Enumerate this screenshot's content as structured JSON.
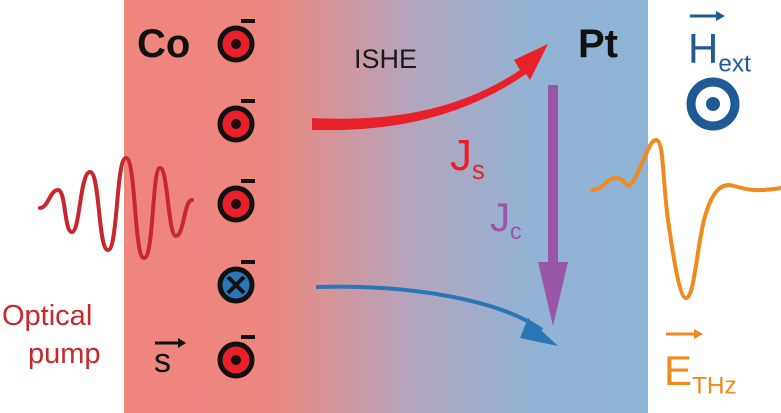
{
  "labels": {
    "co": "Co",
    "pt": "Pt",
    "ishe": "ISHE",
    "js_main": "J",
    "js_sub": "s",
    "jc_main": "J",
    "jc_sub": "c",
    "h_main": "H",
    "h_sub": "ext",
    "e_main": "E",
    "e_sub": "THz",
    "optical": "Optical",
    "pump": "pump",
    "spin": "s"
  },
  "colors": {
    "co_layer_left": "#f28a7f",
    "co_layer_right": "#e87c78",
    "pt_layer_left": "#b0a4bd",
    "pt_layer_right": "#8fb4d6",
    "spin_up": "#e8202a",
    "spin_down": "#2a76b6",
    "js_arrow": "#e8202a",
    "jc_arrow": "#9b55a8",
    "blue_arrow": "#2a76b6",
    "pulse": "#c8272d",
    "thz": "#f08a1e",
    "hext": "#1f5a96"
  },
  "icons": [
    "spin-up-icon",
    "spin-down-icon",
    "field-out-of-plane-icon",
    "optical-pulse-icon",
    "thz-waveform-icon"
  ]
}
